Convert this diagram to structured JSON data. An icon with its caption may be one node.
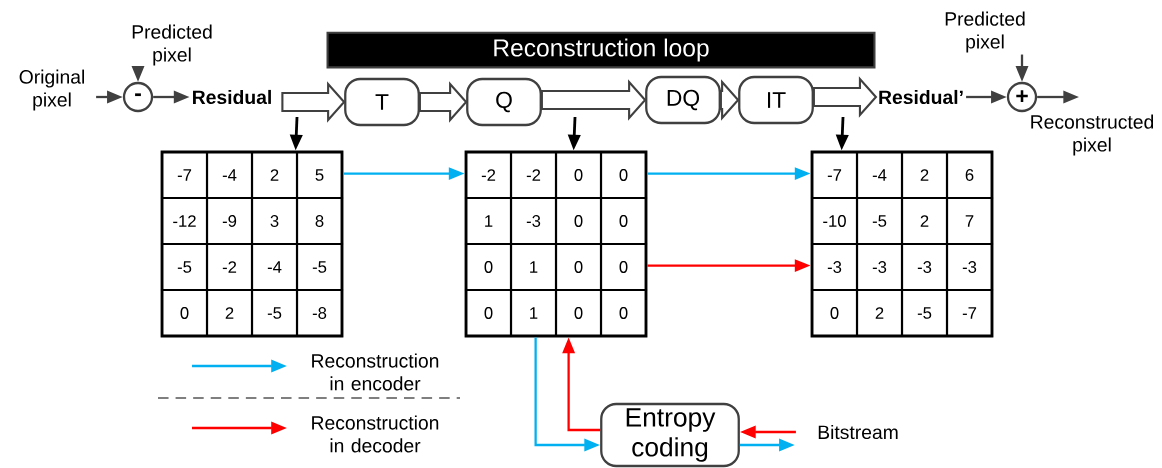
{
  "diagram": {
    "nodes": [
      {
        "text": [
          "Original pixel"
        ]
      },
      {
        "text": [
          "-"
        ]
      },
      {
        "text": [
          "Predicted pixel"
        ]
      },
      {
        "text": [
          "Residual"
        ]
      },
      {
        "text": [
          "Reconstruction loop"
        ]
      },
      {
        "text": [
          "T"
        ]
      },
      {
        "text": [
          "Q"
        ]
      },
      {
        "text": [
          "DQ"
        ]
      },
      {
        "text": [
          "IT"
        ]
      },
      {
        "text": [
          "Residual’"
        ]
      },
      {
        "text": [
          "Predicted pixel"
        ]
      },
      {
        "text": [
          "+"
        ],
        "beside": [
          "Reconstructed pixel"
        ]
      },
      {
        "text": [
          "-7",
          "-4",
          "2",
          "5",
          "-12",
          "-9",
          "3",
          "8",
          "-5",
          "-2",
          "-4",
          "-5",
          "0",
          "2",
          "-5",
          "-8"
        ]
      },
      {
        "text": [
          "-2",
          "-2",
          "0",
          "0",
          "1",
          "-3",
          "0",
          "0",
          "0",
          "1",
          "0",
          "0",
          "0",
          "1",
          "0",
          "0"
        ]
      },
      {
        "text": [
          "-7",
          "-4",
          "2",
          "6",
          "-10",
          "-5",
          "2",
          "7",
          "-3",
          "-3",
          "-3",
          "-3",
          "0",
          "2",
          "-5",
          "-7"
        ]
      },
      {
        "text": [
          "Entropy coding"
        ]
      },
      {
        "text": [
          "Bitstream"
        ]
      }
    ],
    "edges": [
      {
        "from": 0,
        "to": 1,
        "arrow": "to"
      },
      {
        "from": 2,
        "to": 1,
        "arrow": "to"
      },
      {
        "from": 1,
        "to": 3,
        "arrow": "to"
      },
      {
        "from": 3,
        "to": 5,
        "arrow": "to",
        "style": "thick"
      },
      {
        "from": 5,
        "to": 6,
        "arrow": "to",
        "style": "thick"
      },
      {
        "from": 6,
        "to": 7,
        "arrow": "to",
        "style": "thick"
      },
      {
        "from": 7,
        "to": 8,
        "arrow": "to",
        "style": "thick"
      },
      {
        "from": 8,
        "to": 9,
        "arrow": "to",
        "style": "thick"
      },
      {
        "from": 9,
        "to": 11,
        "arrow": "to"
      },
      {
        "from": 10,
        "to": 11,
        "arrow": "to"
      },
      {
        "from": 11,
        "to": null,
        "arrow": "to"
      },
      {
        "from": null,
        "to": 12,
        "arrow": "to"
      },
      {
        "from": null,
        "to": 13,
        "arrow": "to"
      },
      {
        "from": null,
        "to": 14,
        "arrow": "to"
      },
      {
        "from": 12,
        "to": 13,
        "arrow": "to",
        "color": "#00b0f0"
      },
      {
        "from": 13,
        "to": 14,
        "arrow": "to",
        "color": "#00b0f0"
      },
      {
        "from": 13,
        "to": 14,
        "arrow": "to",
        "color": "#ff0000"
      },
      {
        "from": 13,
        "to": 15,
        "arrow": "to",
        "color": "#00b0f0"
      },
      {
        "from": 15,
        "to": 13,
        "arrow": "to",
        "color": "#ff0000"
      },
      {
        "from": 16,
        "to": 15,
        "arrow": "to",
        "color": "#ff0000"
      },
      {
        "from": 15,
        "to": null,
        "arrow": "to",
        "color": "#00b0f0"
      }
    ],
    "legend": [
      {
        "text": "Reconstruction in encoder"
      },
      {
        "text": "Reconstruction in decoder"
      }
    ]
  }
}
